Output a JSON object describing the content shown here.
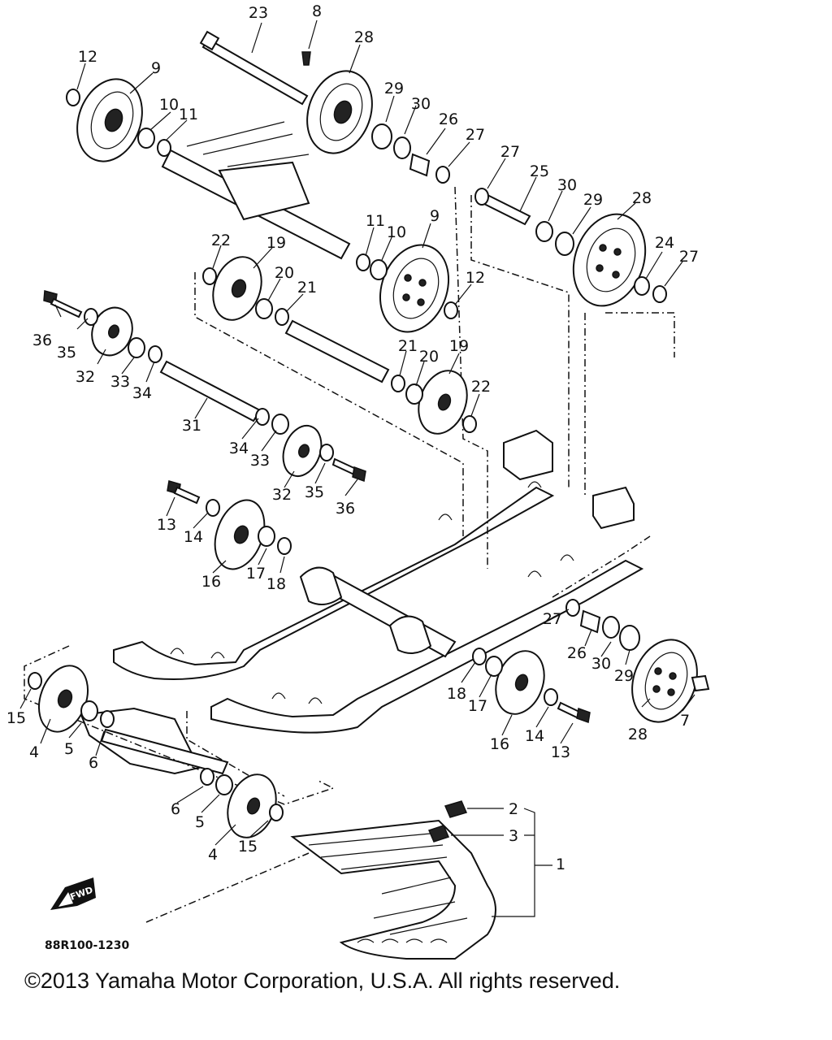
{
  "diagram": {
    "reference_code": "88R100-1230",
    "front_badge": "FWD",
    "copyright": "©2013 Yamaha Motor Corporation, U.S.A. All rights reserved.",
    "callouts": [
      {
        "id": "c23a",
        "text": "23"
      },
      {
        "id": "c8",
        "text": "8"
      },
      {
        "id": "c28a",
        "text": "28"
      },
      {
        "id": "c12a",
        "text": "12"
      },
      {
        "id": "c9a",
        "text": "9"
      },
      {
        "id": "c10a",
        "text": "10"
      },
      {
        "id": "c11a",
        "text": "11"
      },
      {
        "id": "c29a",
        "text": "29"
      },
      {
        "id": "c30a",
        "text": "30"
      },
      {
        "id": "c26a",
        "text": "26"
      },
      {
        "id": "c27a",
        "text": "27"
      },
      {
        "id": "c27b",
        "text": "27"
      },
      {
        "id": "c25",
        "text": "25"
      },
      {
        "id": "c30b",
        "text": "30"
      },
      {
        "id": "c29b",
        "text": "29"
      },
      {
        "id": "c28b",
        "text": "28"
      },
      {
        "id": "c24",
        "text": "24"
      },
      {
        "id": "c27c",
        "text": "27"
      },
      {
        "id": "c11b",
        "text": "11"
      },
      {
        "id": "c10b",
        "text": "10"
      },
      {
        "id": "c9b",
        "text": "9"
      },
      {
        "id": "c22a",
        "text": "22"
      },
      {
        "id": "c19a",
        "text": "19"
      },
      {
        "id": "c20a",
        "text": "20"
      },
      {
        "id": "c21a",
        "text": "21"
      },
      {
        "id": "c12b",
        "text": "12"
      },
      {
        "id": "c36a",
        "text": "36"
      },
      {
        "id": "c35a",
        "text": "35"
      },
      {
        "id": "c32a",
        "text": "32"
      },
      {
        "id": "c33a",
        "text": "33"
      },
      {
        "id": "c34a",
        "text": "34"
      },
      {
        "id": "c21b",
        "text": "21"
      },
      {
        "id": "c20b",
        "text": "20"
      },
      {
        "id": "c19b",
        "text": "19"
      },
      {
        "id": "c22b",
        "text": "22"
      },
      {
        "id": "c31",
        "text": "31"
      },
      {
        "id": "c34b",
        "text": "34"
      },
      {
        "id": "c33b",
        "text": "33"
      },
      {
        "id": "c32b",
        "text": "32"
      },
      {
        "id": "c35b",
        "text": "35"
      },
      {
        "id": "c36b",
        "text": "36"
      },
      {
        "id": "c13a",
        "text": "13"
      },
      {
        "id": "c14a",
        "text": "14"
      },
      {
        "id": "c16a",
        "text": "16"
      },
      {
        "id": "c17a",
        "text": "17"
      },
      {
        "id": "c18a",
        "text": "18"
      },
      {
        "id": "c27d",
        "text": "27"
      },
      {
        "id": "c26b",
        "text": "26"
      },
      {
        "id": "c30c",
        "text": "30"
      },
      {
        "id": "c29c",
        "text": "29"
      },
      {
        "id": "c18b",
        "text": "18"
      },
      {
        "id": "c17b",
        "text": "17"
      },
      {
        "id": "c16b",
        "text": "16"
      },
      {
        "id": "c14b",
        "text": "14"
      },
      {
        "id": "c13b",
        "text": "13"
      },
      {
        "id": "c28c",
        "text": "28"
      },
      {
        "id": "c7",
        "text": "7"
      },
      {
        "id": "c15a",
        "text": "15"
      },
      {
        "id": "c4a",
        "text": "4"
      },
      {
        "id": "c5a",
        "text": "5"
      },
      {
        "id": "c6a",
        "text": "6"
      },
      {
        "id": "c6b",
        "text": "6"
      },
      {
        "id": "c5b",
        "text": "5"
      },
      {
        "id": "c4b",
        "text": "4"
      },
      {
        "id": "c15b",
        "text": "15"
      },
      {
        "id": "c2",
        "text": "2"
      },
      {
        "id": "c3",
        "text": "3"
      },
      {
        "id": "c1",
        "text": "1"
      }
    ]
  }
}
